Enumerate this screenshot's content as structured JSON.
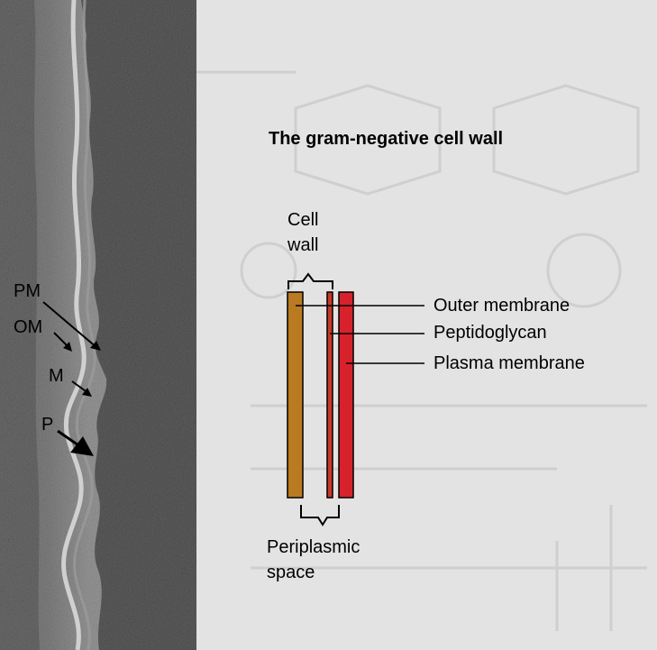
{
  "micrograph": {
    "labels": {
      "pm": "PM",
      "om": "OM",
      "m": "M",
      "p": "P"
    }
  },
  "diagram": {
    "title": "The gram-negative cell wall",
    "cell_wall_label": [
      "Cell",
      "wall"
    ],
    "periplasmic_label": [
      "Periplasmic",
      "space"
    ],
    "layers": [
      {
        "key": "outer_membrane",
        "label": "Outer membrane",
        "color": "#b97a22"
      },
      {
        "key": "peptidoglycan",
        "label": "Peptidoglycan",
        "color": "#c63a2a"
      },
      {
        "key": "plasma_membrane",
        "label": "Plasma membrane",
        "color": "#d7222b"
      }
    ]
  }
}
